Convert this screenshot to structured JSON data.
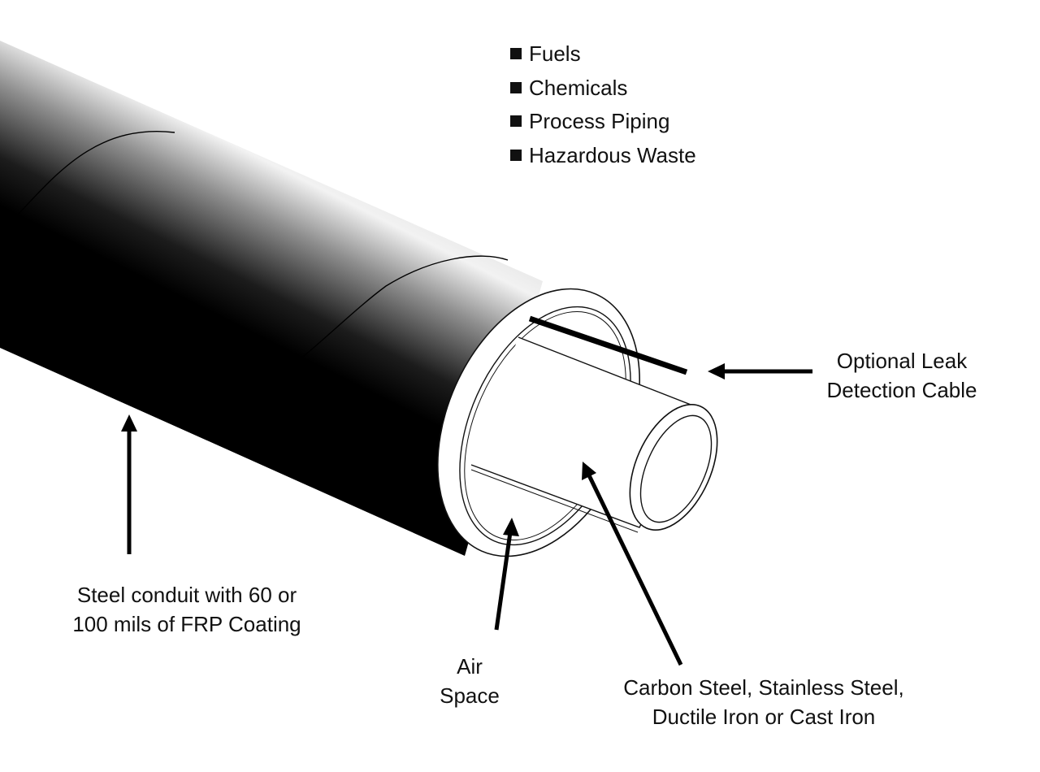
{
  "bullet_list": {
    "items": [
      "Fuels",
      "Chemicals",
      "Process Piping",
      "Hazardous Waste"
    ]
  },
  "labels": {
    "leak_cable": {
      "line1": "Optional Leak",
      "line2": "Detection Cable"
    },
    "conduit": {
      "line1": "Steel conduit with 60 or",
      "line2": "100 mils of FRP Coating"
    },
    "air_space": {
      "line1": "Air",
      "line2": "Space"
    },
    "carrier_pipe": {
      "line1": "Carbon Steel, Stainless Steel,",
      "line2": "Ductile Iron or Cast Iron"
    }
  },
  "colors": {
    "conduit_shade": "#000000",
    "conduit_highlight": "#ffffff",
    "line": "#111111"
  }
}
